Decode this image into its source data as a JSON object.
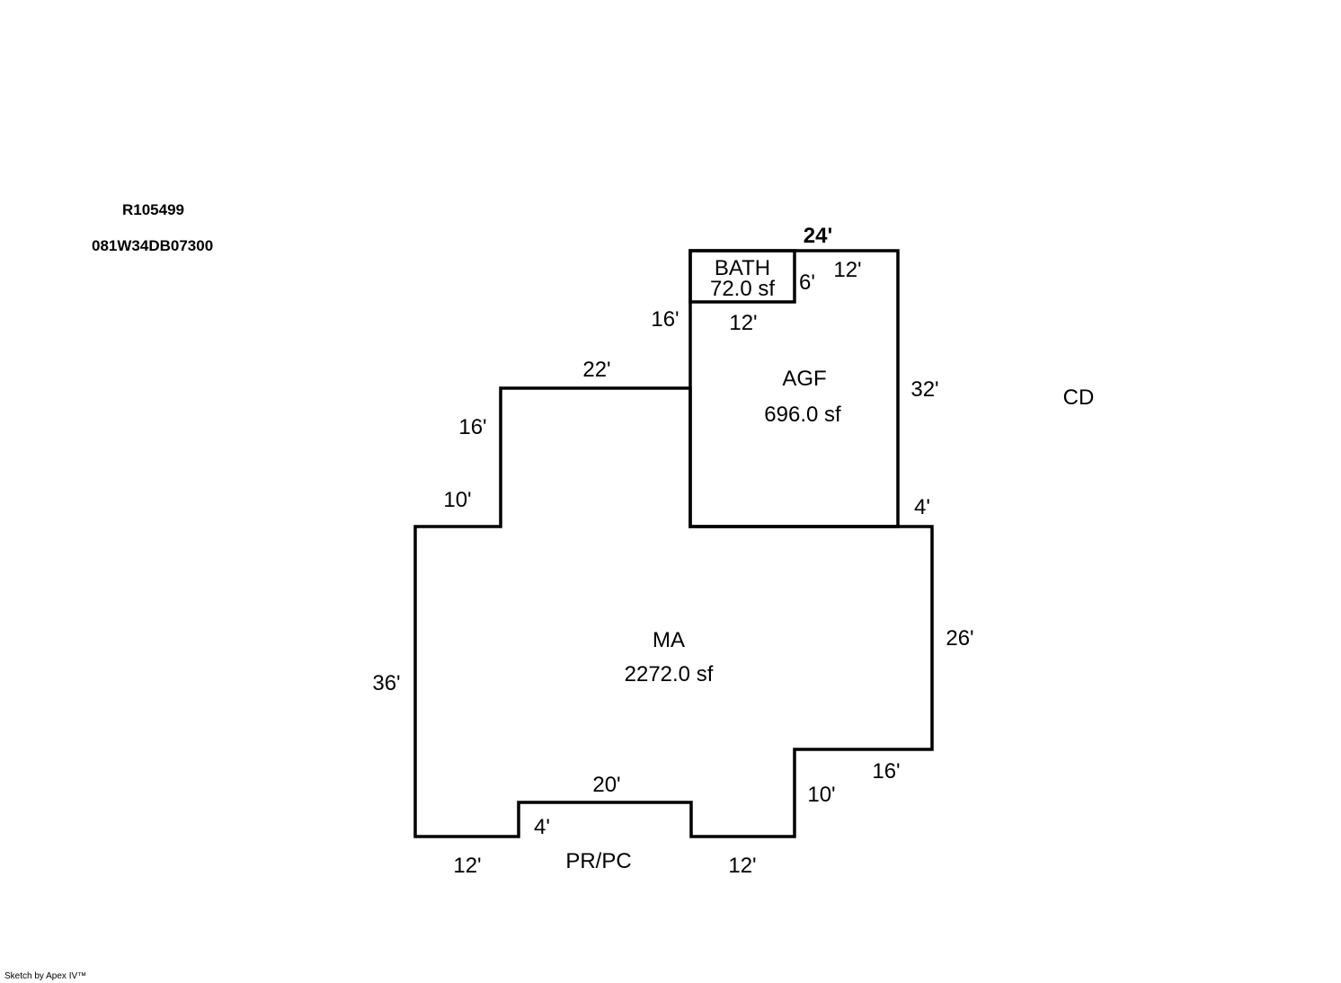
{
  "header": {
    "account": "R105499",
    "map_number": "081W34DB07300"
  },
  "footer": "Sketch by Apex IV™",
  "areas": {
    "bath": {
      "name": "BATH",
      "area": "72.0 sf"
    },
    "agf": {
      "name": "AGF",
      "area": "696.0 sf"
    },
    "ma": {
      "name": "MA",
      "area": "2272.0 sf"
    },
    "cd": {
      "name": "CD"
    },
    "prpc": {
      "name": "PR/PC"
    }
  },
  "dimensions": {
    "agf_top": "24'",
    "agf_top_right": "12'",
    "bath_right": "6'",
    "bath_bottom": "12'",
    "agf_left": "16'",
    "agf_right": "32'",
    "ma_top_mid": "22'",
    "ma_left_upper": "16'",
    "ma_left_step": "10'",
    "ma_right_step": "4'",
    "ma_left": "36'",
    "ma_right": "26'",
    "ma_right_lower_step": "16'",
    "ma_right_lower": "10'",
    "porch_top": "20'",
    "porch_side": "4'",
    "ma_bottom_left": "12'",
    "ma_bottom_right": "12'"
  }
}
